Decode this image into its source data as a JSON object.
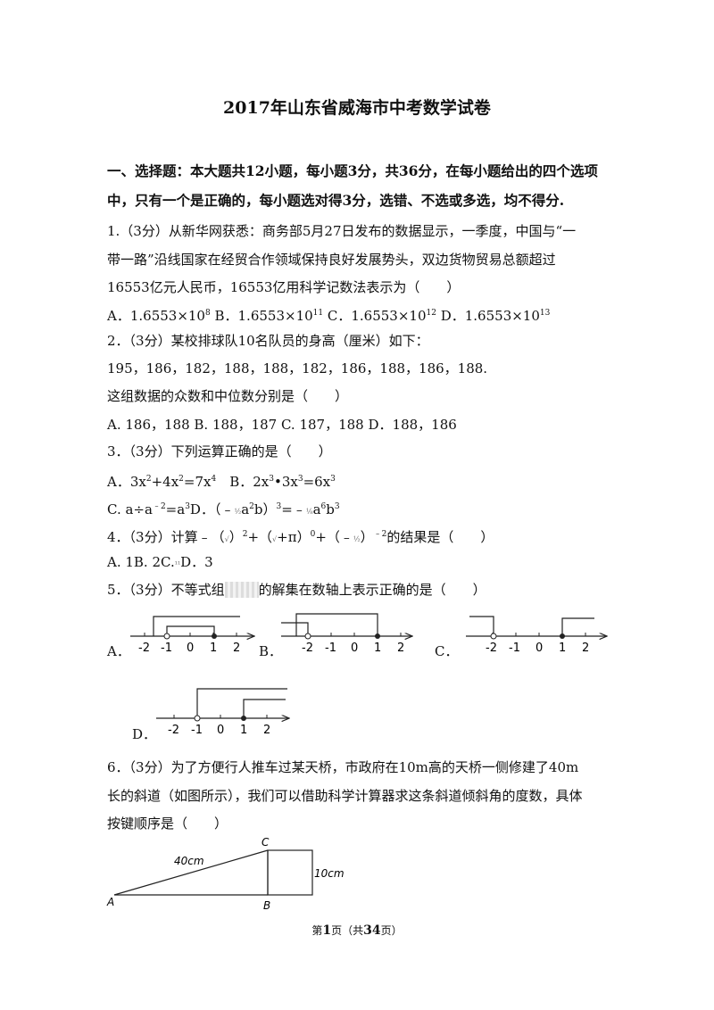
{
  "title": "2017年山东省威海市中考数学试卷",
  "section1": {
    "line1": "一、选择题：本大题共12小题，每小题3分，共36分，在每小题给出的四个选项",
    "line2": "中，只有一个是正确的，每小题选对得3分，选错、不选或多选，均不得分."
  },
  "q1": {
    "line1": "1.（3分）从新华网获悉：商务部5月27日发布的数据显示，一季度，中国与“一",
    "line2": "带一路”沿线国家在经贸合作领域保持良好发展势头，双边货物贸易总额超过",
    "line3": "16553亿元人民币，16553亿用科学记数法表示为（　　）",
    "opts": {
      "a": "A．1.6553×10",
      "a_exp": "8",
      "b": " B．1.6553×10",
      "b_exp": "11",
      "c": " C．1.6553×10",
      "c_exp": "12",
      "d": " D．1.6553×10",
      "d_exp": "13"
    }
  },
  "q2": {
    "line1": "2．（3分）某校排球队10名队员的身高（厘米）如下：",
    "line2": "195，186，182，188，188，182，186，188，186，188.",
    "line3": "这组数据的众数和中位数分别是（　　）",
    "opts": "A. 186，188 B. 188，187 C. 187，188 D．188，186"
  },
  "q3": {
    "line1": "3．（3分）下列运算正确的是（　　）",
    "a_pre": "A．3x",
    "a_e1": "2",
    "a_mid": "+4x",
    "a_e2": "2",
    "a_mid2": "=7x",
    "a_e3": "4",
    "b_pre": "　B．2x",
    "b_e1": "3",
    "b_mid": "•3x",
    "b_e2": "3",
    "b_mid2": "=6x",
    "b_e3": "3",
    "c_pre": "C. a÷a",
    "c_e1": "﹣2",
    "c_mid": "=a",
    "c_e2": "3",
    "d_pre": "D．（﹣",
    "d_frac": "½",
    "d_mid": "a",
    "d_e1": "2",
    "d_mid2": "b）",
    "d_e2": "3",
    "d_mid3": "=﹣",
    "d_frac2": "⅛",
    "d_mid4": "a",
    "d_e3": "6",
    "d_mid5": "b",
    "d_e4": "3"
  },
  "q4": {
    "pre": "4．（3分）计算﹣（",
    "sqrt1": "√",
    "mid1": "）",
    "e1": "2",
    "mid2": "+（",
    "sqrt2": "√",
    "mid3": "+π）",
    "e2": "0",
    "mid4": "+（﹣",
    "frac": "½",
    "mid5": "）",
    "e3": "﹣2",
    "post": "的结果是（　　）",
    "opts_pre": "A. 1B. 2C.",
    "opts_frac": "¹¹",
    "opts_post": "D．3"
  },
  "q5": {
    "pre": "5．（3分）不等式组",
    "post": "的解集在数轴上表示正确的是（　　）",
    "label_a": "A．",
    "label_b": "B．",
    "label_c": "C．",
    "label_d": "D．",
    "ticks": [
      "-2",
      "-1",
      "0",
      "1",
      "2"
    ]
  },
  "q6": {
    "line1": "6．（3分）为了方便行人推车过某天桥，市政府在10m高的天桥一侧修建了40m",
    "line2": "长的斜道（如图所示），我们可以借助科学计算器求这条斜道倾斜角的度数，具体",
    "line3": "按键顺序是（　　）",
    "fig": {
      "A": "A",
      "B": "B",
      "C": "C",
      "hyp": "40cm",
      "height": "10cm"
    }
  },
  "footer": {
    "pre": "第",
    "page": "1",
    "mid": "页（共",
    "total": "34",
    "post": "页）"
  }
}
